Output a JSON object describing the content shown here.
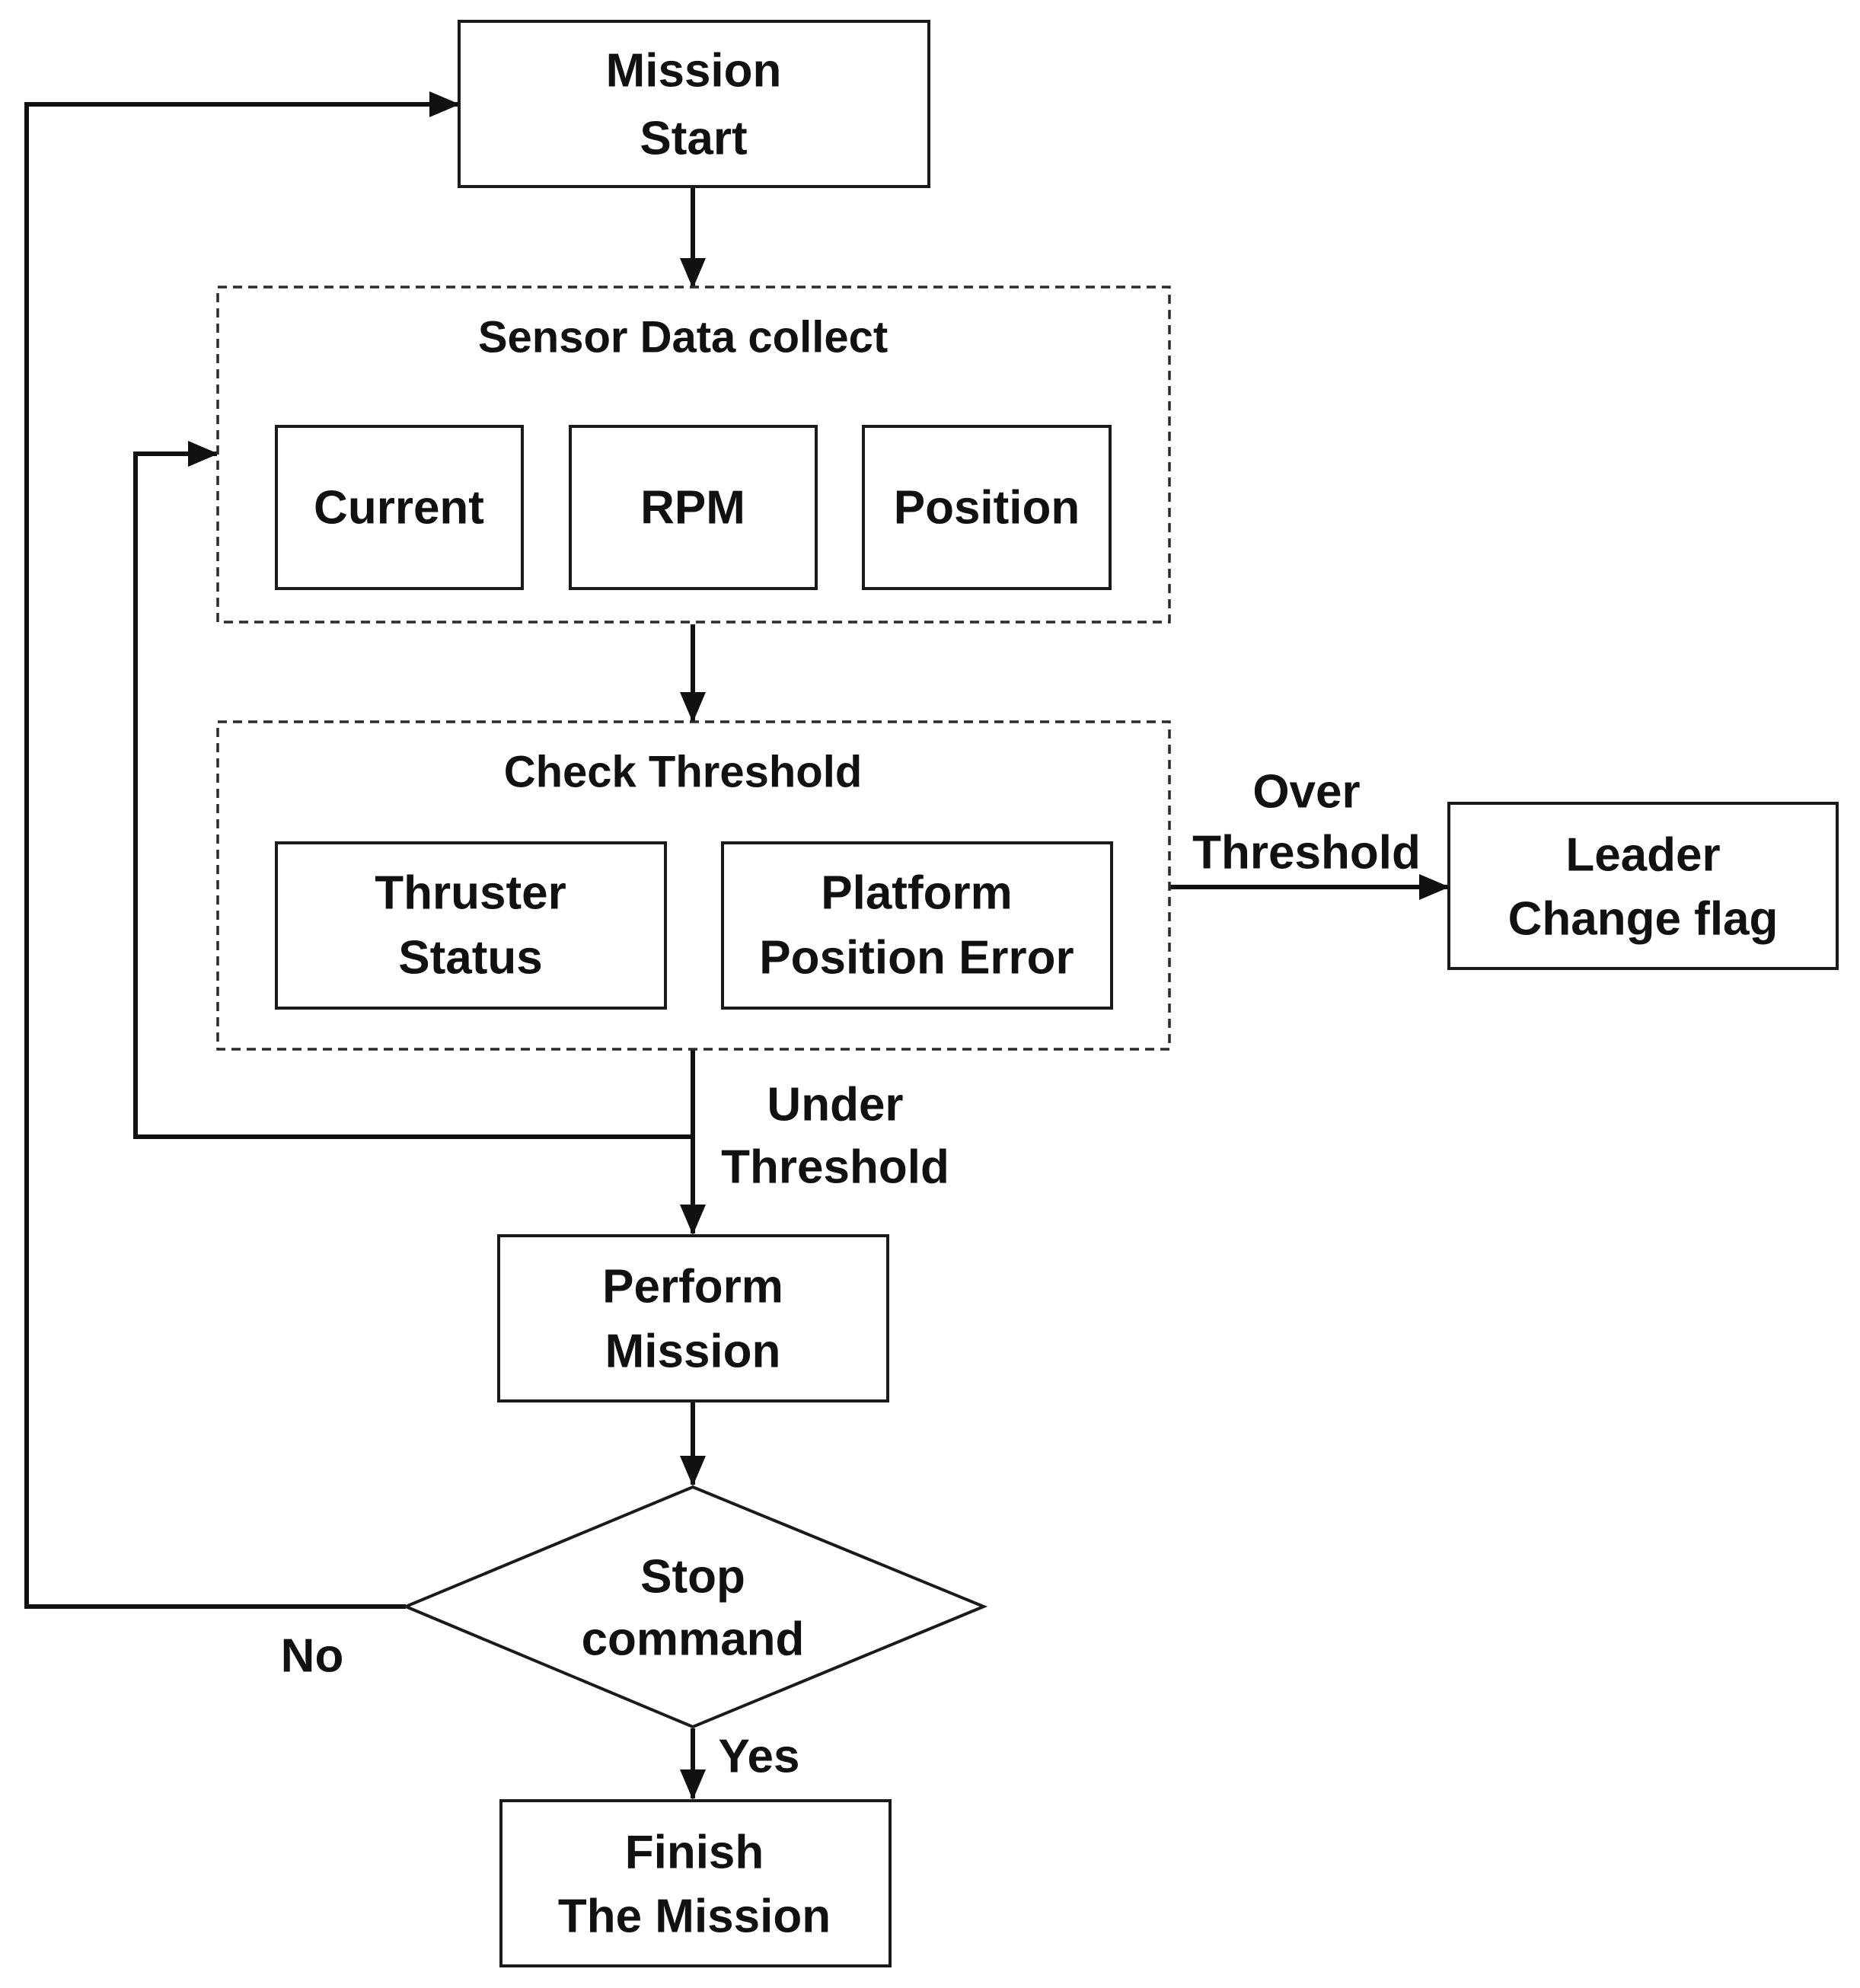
{
  "nodes": {
    "mission_start": [
      "Mission",
      "Start"
    ],
    "sensor_group_title": "Sensor Data collect",
    "current": "Current",
    "rpm": "RPM",
    "position": "Position",
    "threshold_group_title": "Check Threshold",
    "thruster_status": [
      "Thruster",
      "Status"
    ],
    "platform_error": [
      "Platform",
      "Position Error"
    ],
    "leader_change": [
      "Leader",
      "Change flag"
    ],
    "perform_mission": [
      "Perform",
      "Mission"
    ],
    "stop_command": [
      "Stop",
      "command"
    ],
    "finish": [
      "Finish",
      "The Mission"
    ]
  },
  "edge_labels": {
    "over_threshold": [
      "Over",
      "Threshold"
    ],
    "under_threshold": [
      "Under",
      "Threshold"
    ],
    "no": "No",
    "yes": "Yes"
  },
  "colors": {
    "stroke": "#111111",
    "background": "#ffffff"
  }
}
